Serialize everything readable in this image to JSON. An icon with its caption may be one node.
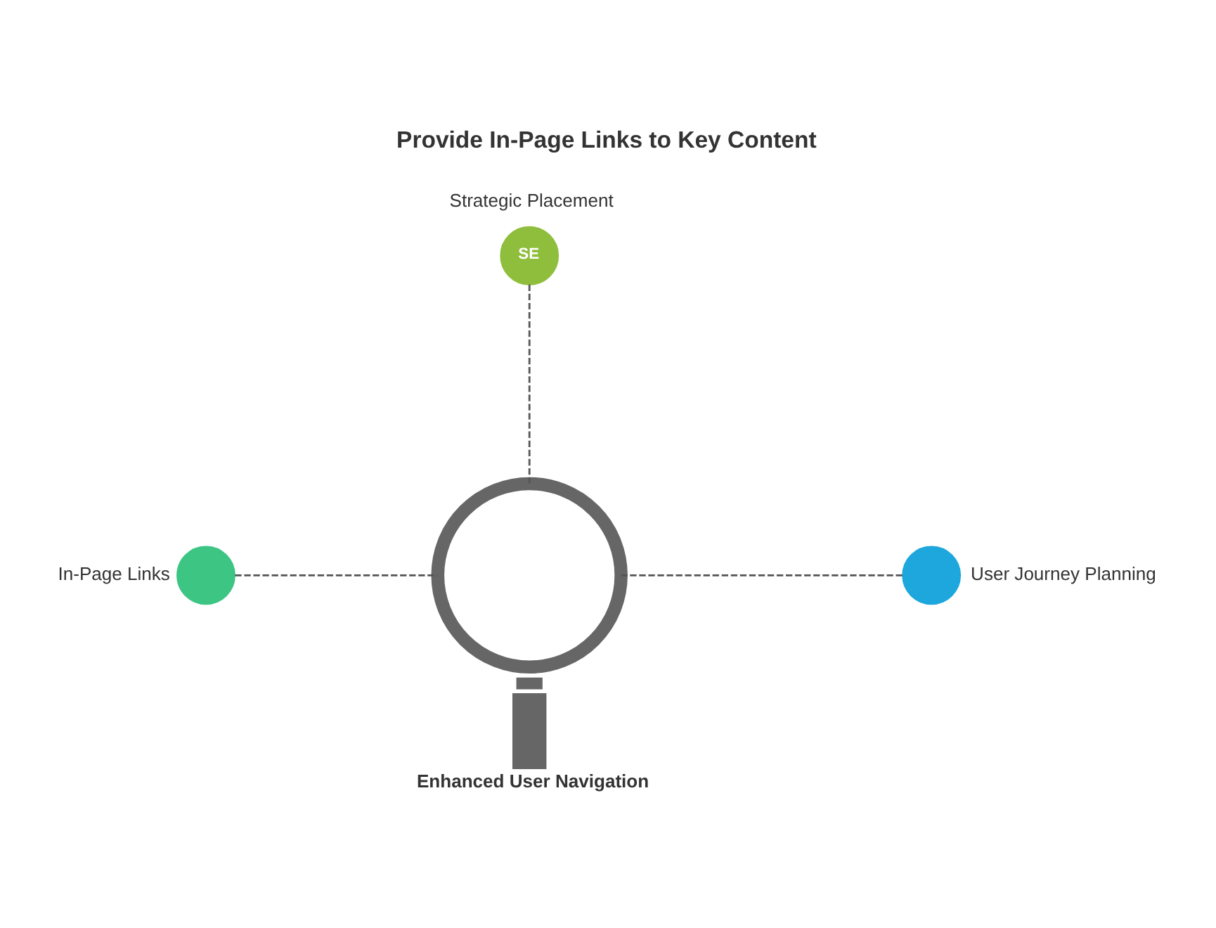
{
  "diagram": {
    "title": "Provide In-Page Links to Key Content",
    "nodes": [
      {
        "text": [
          "Strategic Placement",
          "SE"
        ]
      },
      {
        "text": [
          "Enhanced User Navigation"
        ]
      },
      {
        "text": [
          "In-Page Links"
        ]
      },
      {
        "text": [
          "User Journey Planning"
        ]
      }
    ],
    "edges": [
      {
        "from": 0,
        "to": 1,
        "arrow": "none",
        "style": "dashed"
      },
      {
        "from": 2,
        "to": 1,
        "arrow": "none",
        "style": "dashed"
      },
      {
        "from": 3,
        "to": 1,
        "arrow": "none",
        "style": "dashed"
      }
    ]
  }
}
